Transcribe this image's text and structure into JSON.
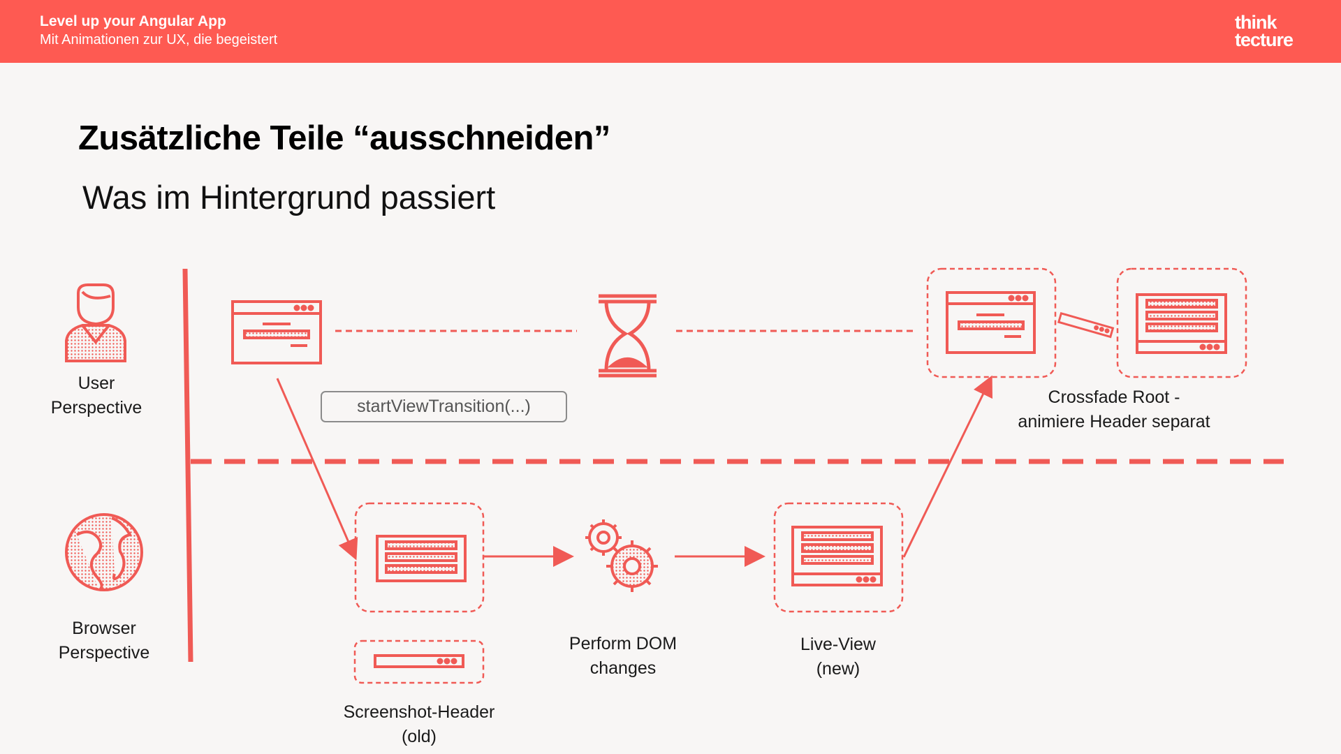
{
  "header": {
    "title": "Level up your Angular App",
    "subtitle": "Mit Animationen zur UX, die begeistert",
    "brand_line1": "think",
    "brand_line2": "tecture"
  },
  "slide": {
    "title": "Zusätzliche Teile “ausschneiden”",
    "subtitle": "Was im Hintergrund passiert"
  },
  "lanes": {
    "user": [
      "User",
      "Perspective"
    ],
    "browser": [
      "Browser",
      "Perspective"
    ]
  },
  "diagram": {
    "api_call": "startViewTransition(...)",
    "crossfade": [
      "Crossfade Root -",
      "animiere Header separat"
    ],
    "screenshot_header": [
      "Screenshot-Header",
      "(old)"
    ],
    "dom_changes": [
      "Perform DOM",
      "changes"
    ],
    "live_view": [
      "Live-View",
      "(new)"
    ]
  },
  "colors": {
    "accent": "#fe5a52",
    "diagram_red": "#f05a55",
    "background": "#f8f6f5",
    "box_border": "#8b8b8b"
  },
  "icons": [
    "user-icon",
    "globe-icon",
    "browser-window-icon",
    "hourglass-icon",
    "gears-icon",
    "header-bar-icon"
  ]
}
